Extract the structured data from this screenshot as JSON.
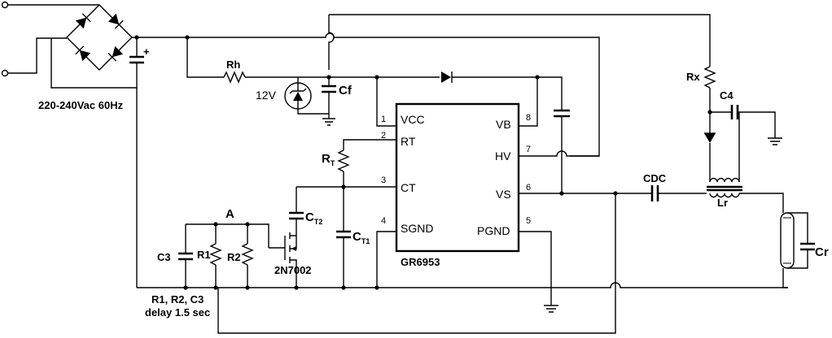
{
  "supply": {
    "label": "220-240Vac 60Hz",
    "cap_polarity": "+"
  },
  "components": {
    "rh": "Rh",
    "zener": "12V",
    "cf": "Cf",
    "rt": {
      "main": "R",
      "sub": "T"
    },
    "ct1": {
      "main": "C",
      "sub": "T1"
    },
    "ct2": {
      "main": "C",
      "sub": "T2"
    },
    "c3": "C3",
    "r1": "R1",
    "r2": "R2",
    "node_a": "A",
    "mosfet": "2N7002",
    "rx": "Rx",
    "c4": "C4",
    "cdc": "CDC",
    "lr": "Lr",
    "cr": "Cr"
  },
  "ic": {
    "name": "GR6953",
    "pins": {
      "vcc": {
        "num": "1",
        "name": "VCC"
      },
      "rt": {
        "num": "2",
        "name": "RT"
      },
      "ct": {
        "num": "3",
        "name": "CT"
      },
      "sgnd": {
        "num": "4",
        "name": "SGND"
      },
      "pgnd": {
        "num": "5",
        "name": "PGND"
      },
      "vs": {
        "num": "6",
        "name": "VS"
      },
      "hv": {
        "num": "7",
        "name": "HV"
      },
      "vb": {
        "num": "8",
        "name": "VB"
      }
    }
  },
  "notes": {
    "delay_line1": "R1, R2, C3",
    "delay_line2": "delay 1.5 sec"
  }
}
